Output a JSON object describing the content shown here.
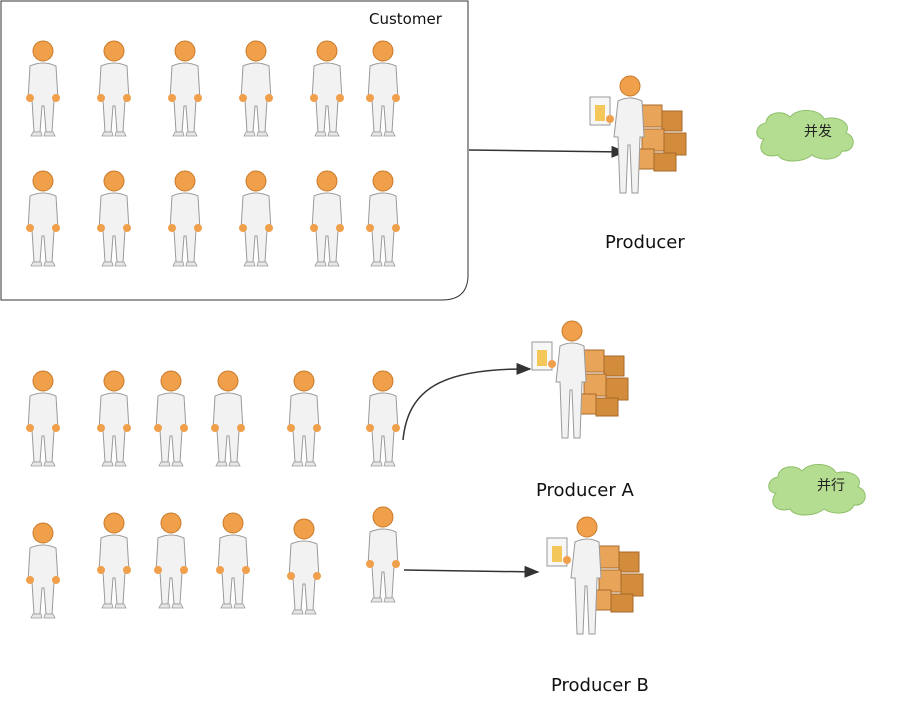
{
  "customer_group": {
    "label": "Customer"
  },
  "producers": [
    {
      "id": "producer",
      "label": "Producer"
    },
    {
      "id": "producer-a",
      "label": "Producer A"
    },
    {
      "id": "producer-b",
      "label": "Producer B"
    }
  ],
  "clouds": [
    {
      "id": "concurrency",
      "label": "并发"
    },
    {
      "id": "parallelism",
      "label": "并行"
    }
  ],
  "colors": {
    "skin": "#f0a04a",
    "body": "#f2f2f2",
    "outline": "#9a9a9a",
    "box": "#e8a55a",
    "cloud": "#b5dd91",
    "arrow": "#333333"
  }
}
